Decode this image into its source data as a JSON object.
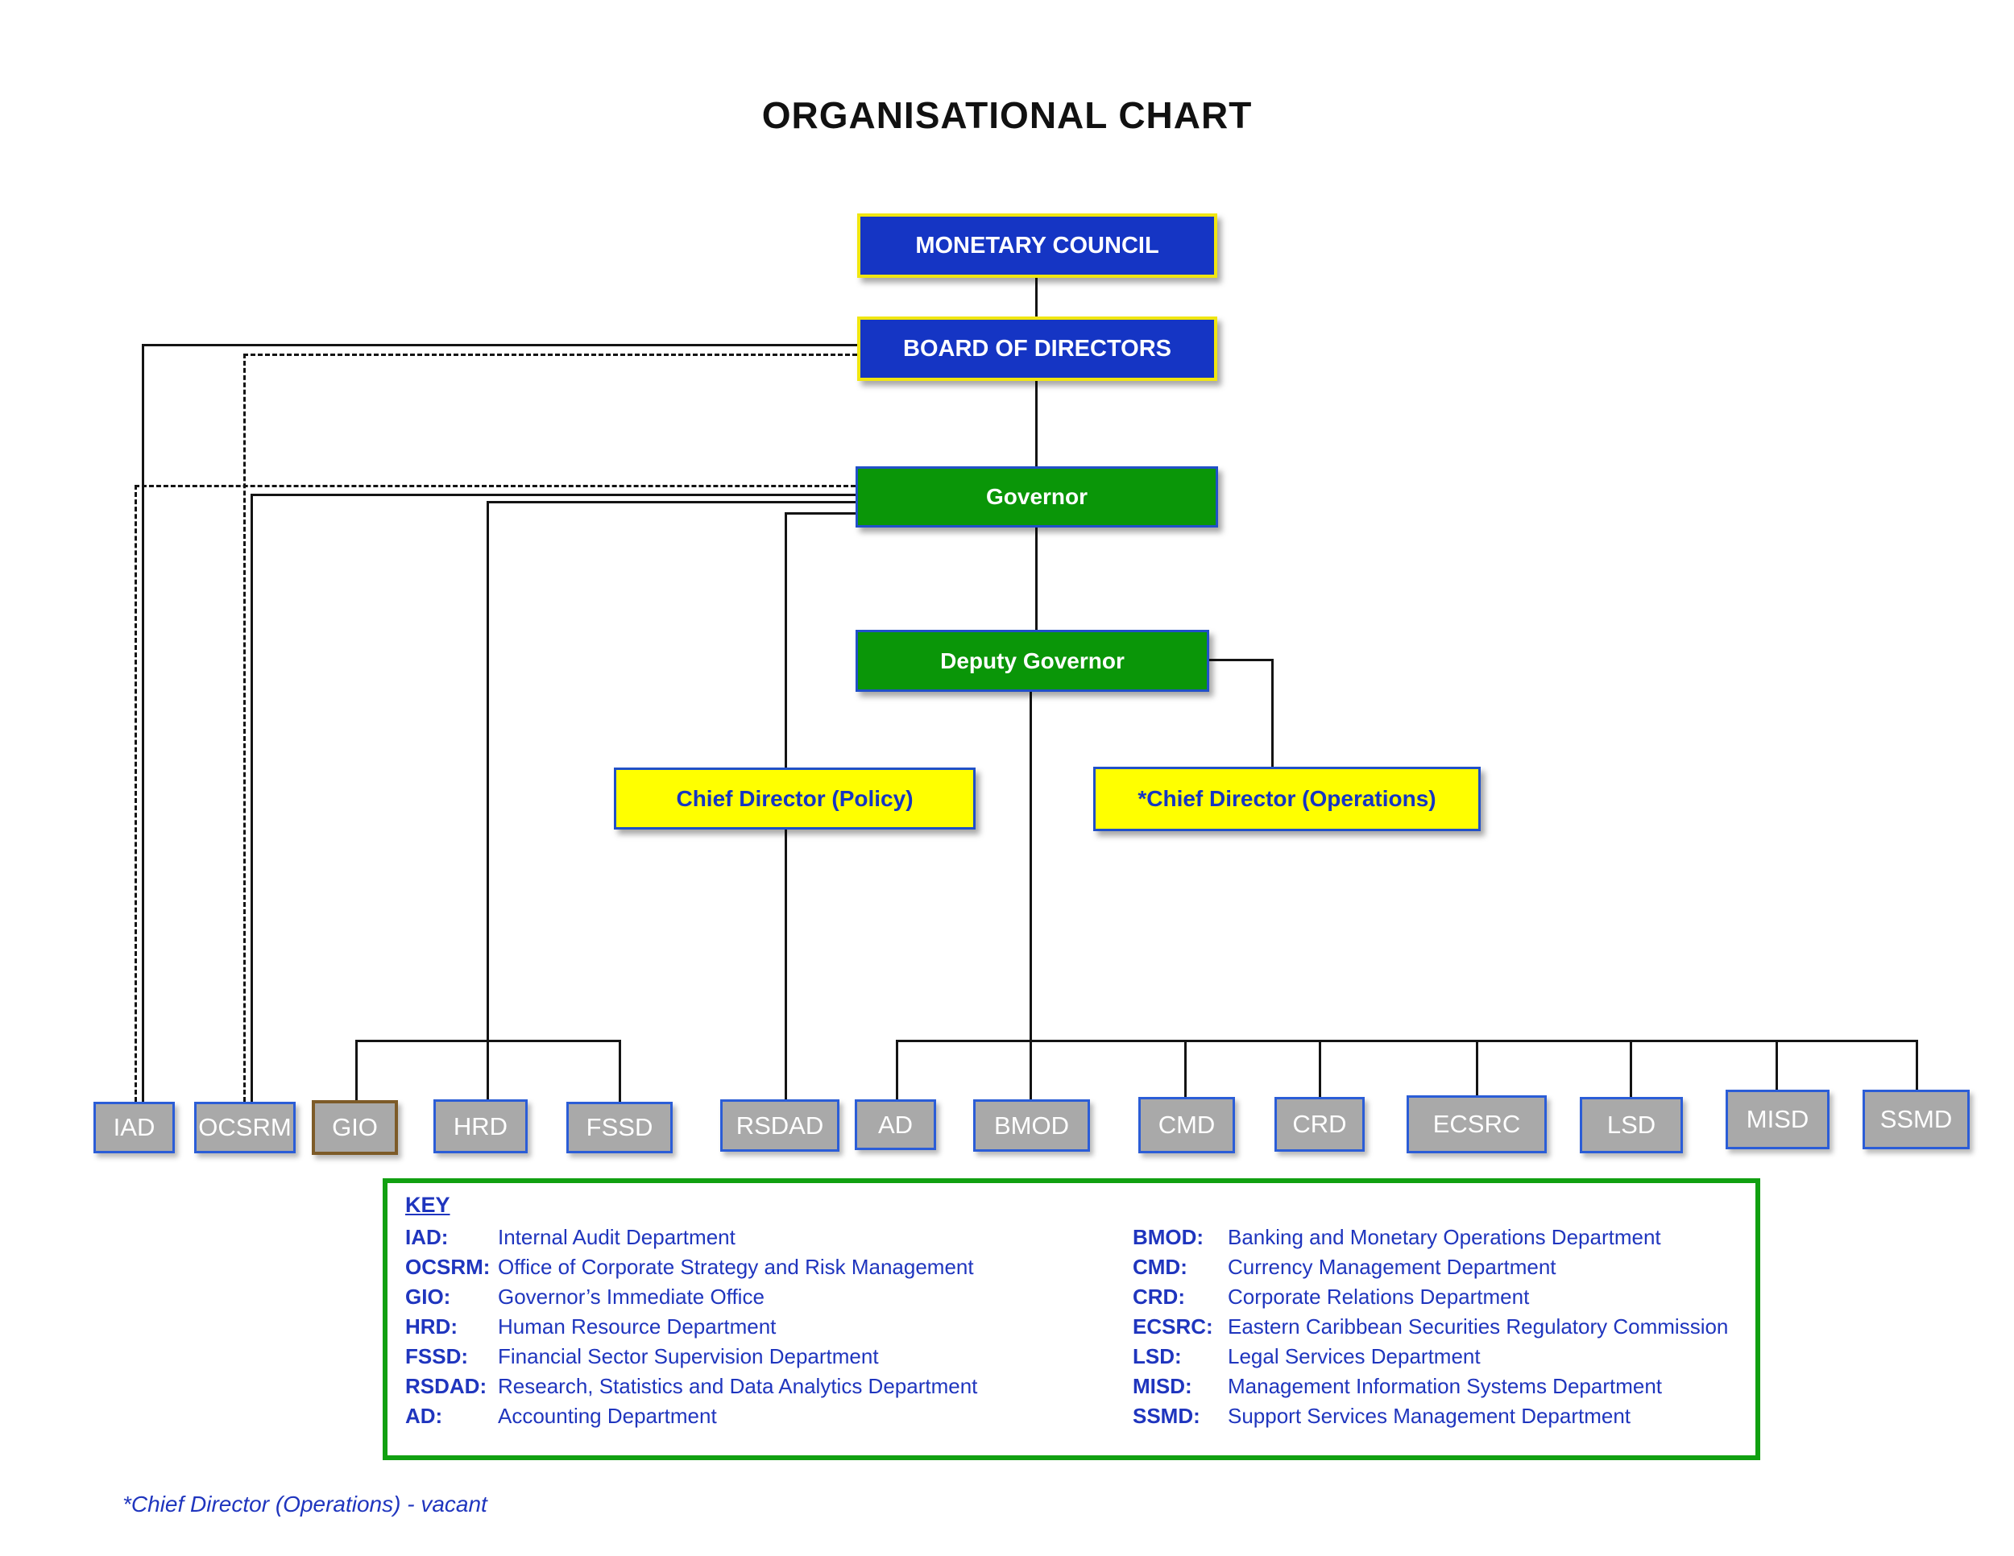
{
  "title": "ORGANISATIONAL CHART",
  "nodes": {
    "monetary_council": "MONETARY COUNCIL",
    "board_of_directors": "BOARD OF DIRECTORS",
    "governor": "Governor",
    "deputy_governor": "Deputy Governor",
    "chief_director_policy": "Chief Director (Policy)",
    "chief_director_operations": "*Chief Director (Operations)"
  },
  "departments": [
    {
      "code": "IAD"
    },
    {
      "code": "OCSRM"
    },
    {
      "code": "GIO"
    },
    {
      "code": "HRD"
    },
    {
      "code": "FSSD"
    },
    {
      "code": "RSDAD"
    },
    {
      "code": "AD"
    },
    {
      "code": "BMOD"
    },
    {
      "code": "CMD"
    },
    {
      "code": "CRD"
    },
    {
      "code": "ECSRC"
    },
    {
      "code": "LSD"
    },
    {
      "code": "MISD"
    },
    {
      "code": "SSMD"
    }
  ],
  "key": {
    "heading": "KEY",
    "left": [
      {
        "abbr": "IAD:",
        "name": "Internal Audit Department"
      },
      {
        "abbr": "OCSRM:",
        "name": "Office of Corporate Strategy and Risk Management"
      },
      {
        "abbr": "GIO:",
        "name": "Governor’s Immediate Office"
      },
      {
        "abbr": "HRD:",
        "name": "Human Resource Department"
      },
      {
        "abbr": "FSSD:",
        "name": "Financial Sector Supervision Department"
      },
      {
        "abbr": "RSDAD:",
        "name": "Research, Statistics and Data Analytics Department"
      },
      {
        "abbr": "AD:",
        "name": "Accounting Department"
      }
    ],
    "right": [
      {
        "abbr": "BMOD:",
        "name": "Banking and Monetary Operations Department"
      },
      {
        "abbr": "CMD:",
        "name": "Currency Management Department"
      },
      {
        "abbr": "CRD:",
        "name": "Corporate Relations Department"
      },
      {
        "abbr": "ECSRC:",
        "name": "Eastern Caribbean Securities Regulatory Commission"
      },
      {
        "abbr": "LSD:",
        "name": "Legal Services Department"
      },
      {
        "abbr": "MISD:",
        "name": "Management Information Systems Department"
      },
      {
        "abbr": "SSMD:",
        "name": "Support Services Management Department"
      }
    ]
  },
  "footnote": "*Chief Director (Operations) - vacant",
  "colors": {
    "box_blue_fill": "#1535C4",
    "box_blue_border_yellow": "#F0E611",
    "box_green_fill": "#0A9608",
    "box_yellow_fill": "#FFFF00",
    "blue_border": "#2050C8",
    "dept_fill": "#A9A9A9",
    "dept_border_blue": "#2B5DD7",
    "gio_border_brown": "#7D5B28",
    "key_border_green": "#11A011",
    "key_text_blue": "#1F35BE",
    "connector_black": "#141414"
  }
}
